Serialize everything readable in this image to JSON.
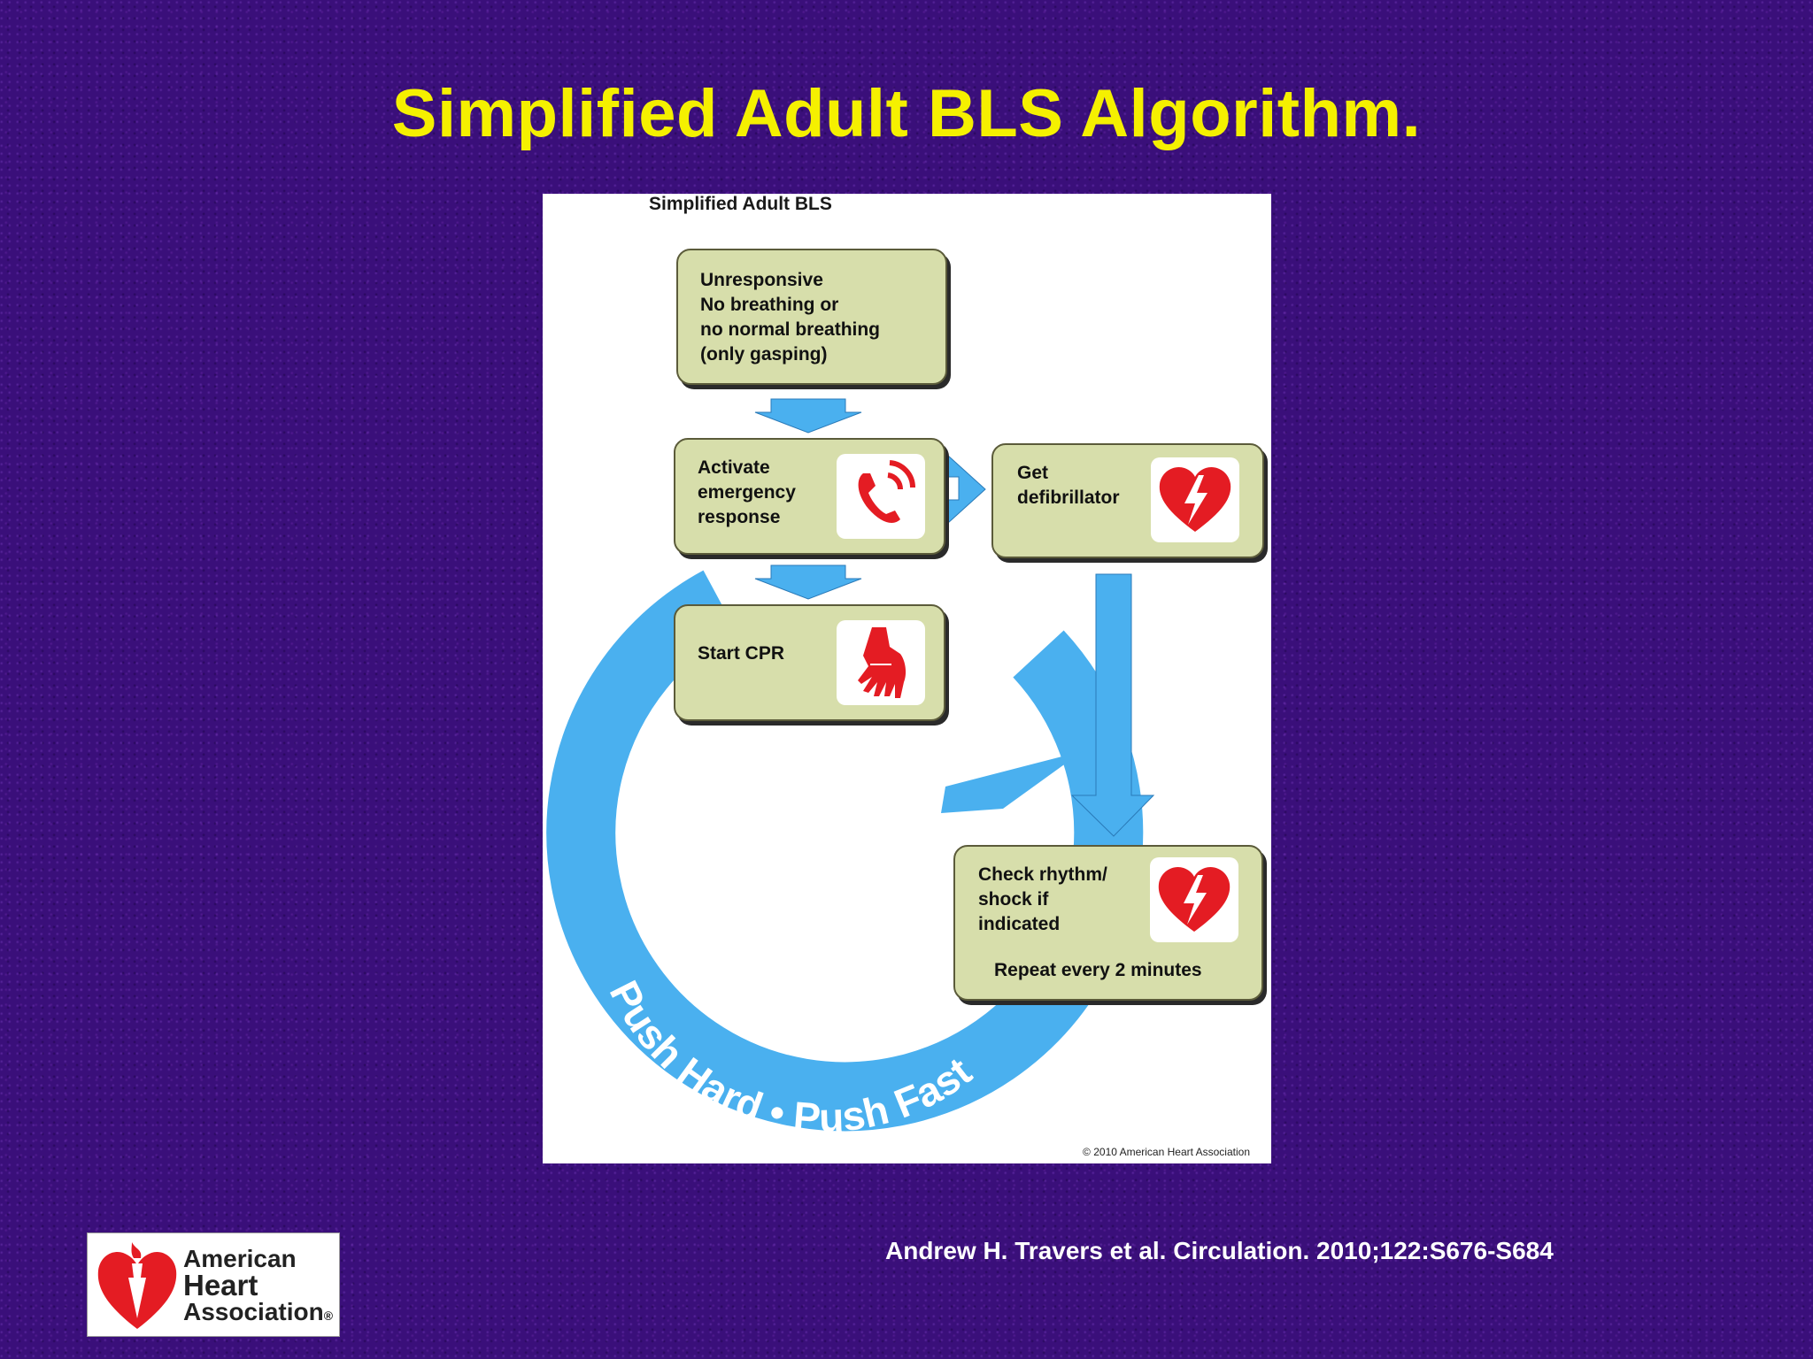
{
  "slide": {
    "title": "Simplified Adult BLS Algorithm.",
    "citation": "Andrew H. Travers et al. Circulation. 2010;122:S676-S684"
  },
  "diagram": {
    "heading": "Simplified Adult BLS",
    "steps": [
      {
        "id": "unresponsive",
        "text": "Unresponsive\nNo breathing or\nno normal breathing\n(only gasping)"
      },
      {
        "id": "activate",
        "text": "Activate\nemergency\nresponse",
        "icon": "phone-icon"
      },
      {
        "id": "defibrillator",
        "text": "Get\ndefibrillator",
        "icon": "heart-shock-icon"
      },
      {
        "id": "cpr",
        "text": "Start CPR",
        "icon": "cpr-hands-icon"
      },
      {
        "id": "rhythm",
        "text": "Check rhythm/\nshock if\nindicated",
        "icon": "heart-shock-icon"
      }
    ],
    "repeat_text": "Repeat every 2 minutes",
    "loop_label": "Push Hard • Push Fast",
    "copyright": "© 2010 American Heart Association"
  },
  "logo": {
    "line1": "American",
    "line2": "Heart",
    "line3": "Association",
    "mark": "®"
  },
  "colors": {
    "background": "#3a0f7a",
    "title": "#f5f000",
    "box_fill": "#d7deab",
    "arrow": "#4ab0ef",
    "icon_red": "#e41c23"
  }
}
